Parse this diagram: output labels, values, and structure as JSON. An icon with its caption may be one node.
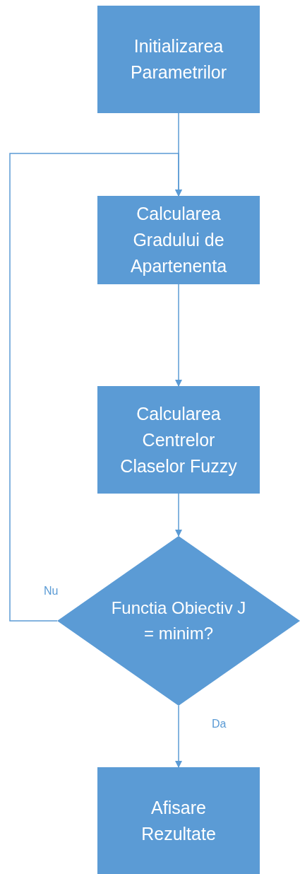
{
  "diagram": {
    "nodes": [
      {
        "text": [
          "Initializarea Parametrilor"
        ]
      },
      {
        "text": [
          "Calcularea Gradului de Apartenenta"
        ]
      },
      {
        "text": [
          "Calcularea Centrelor Claselor Fuzzy"
        ]
      },
      {
        "text": [
          "Functia Obiectiv J = minim?"
        ]
      },
      {
        "text": [
          "Afisare Rezultate"
        ]
      }
    ],
    "edges": [
      {
        "from": 0,
        "to": 1,
        "arrow": "to"
      },
      {
        "from": 1,
        "to": 2,
        "arrow": "to"
      },
      {
        "from": 2,
        "to": 3,
        "arrow": "to"
      },
      {
        "from": 3,
        "to": 4,
        "arrow": "to",
        "label": "Da"
      },
      {
        "from": 3,
        "to": 1,
        "arrow": "to",
        "label": "Nu"
      }
    ]
  }
}
